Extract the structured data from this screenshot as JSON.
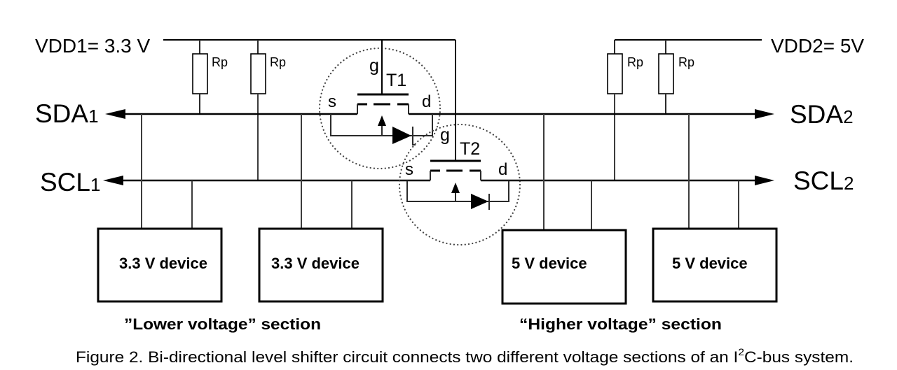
{
  "figure": {
    "supplies": {
      "vdd1": "VDD1= 3.3 V",
      "vdd2": "VDD2= 5V"
    },
    "buses": {
      "sda1": {
        "name": "SDA",
        "index": "1"
      },
      "scl1": {
        "name": "SCL",
        "index": "1"
      },
      "sda2": {
        "name": "SDA",
        "index": "2"
      },
      "scl2": {
        "name": "SCL",
        "index": "2"
      }
    },
    "resistors": [
      "Rp",
      "Rp",
      "Rp",
      "Rp"
    ],
    "transistors": [
      {
        "name": "T1",
        "gate": "g",
        "source": "s",
        "drain": "d"
      },
      {
        "name": "T2",
        "gate": "g",
        "source": "s",
        "drain": "d"
      }
    ],
    "devices": [
      "3.3 V device",
      "3.3 V device",
      "5 V device",
      "5 V device"
    ],
    "sections": {
      "lower": "”Lower voltage” section",
      "higher": "“Higher voltage” section"
    },
    "caption": {
      "before": "Figure 2. Bi-directional level shifter circuit connects two different voltage sections of an I",
      "superscript": "2",
      "after": "C-bus system."
    }
  }
}
